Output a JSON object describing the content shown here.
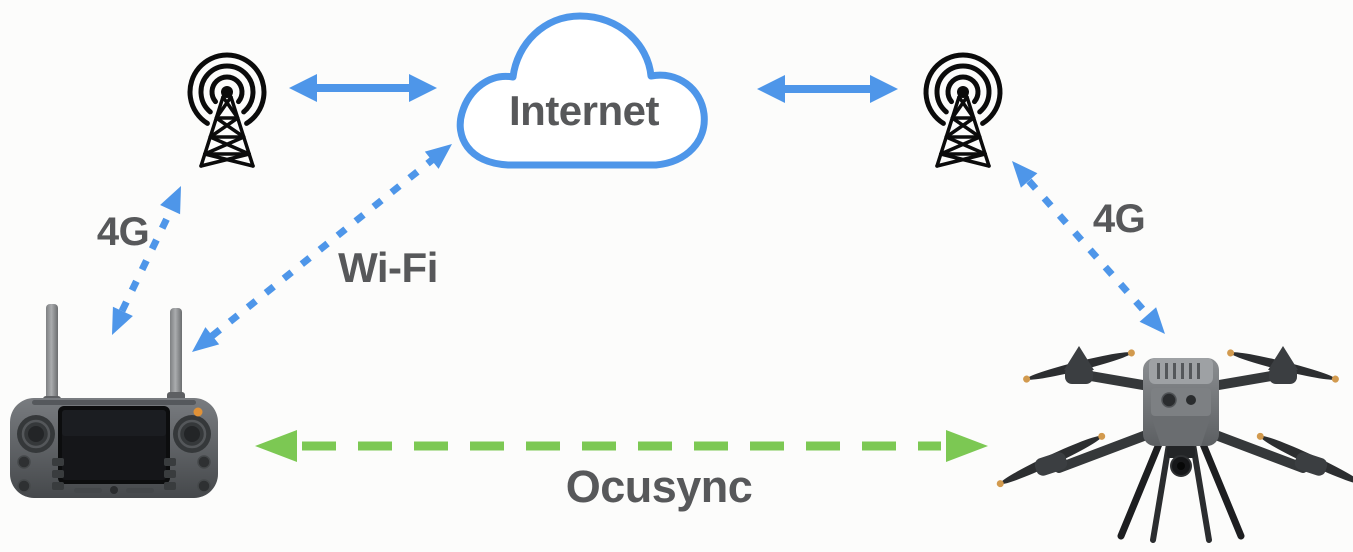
{
  "diagram": {
    "type": "network-architecture-diagram",
    "background": "#fcfcfb",
    "colors": {
      "blue": "#4e96e9",
      "green": "#7cc853",
      "label_gray": "#57585a",
      "icon_black": "#0b0b0b"
    },
    "nodes": {
      "internet_cloud": {
        "label": "Internet",
        "icon": "cloud-icon"
      },
      "left_tower": {
        "icon": "radio-tower-icon"
      },
      "right_tower": {
        "icon": "radio-tower-icon"
      },
      "controller": {
        "icon": "remote-controller-image"
      },
      "drone": {
        "icon": "quadcopter-drone-image"
      }
    },
    "links": {
      "left_tower_internet": {
        "label": "",
        "style": "solid-double-arrow",
        "color": "blue"
      },
      "internet_right_tower": {
        "label": "",
        "style": "solid-double-arrow",
        "color": "blue"
      },
      "controller_left_tower": {
        "label": "4G",
        "style": "dotted-double-arrow",
        "color": "blue"
      },
      "controller_internet": {
        "label": "Wi-Fi",
        "style": "dotted-double-arrow",
        "color": "blue"
      },
      "right_tower_drone": {
        "label": "4G",
        "style": "dotted-double-arrow",
        "color": "blue"
      },
      "controller_drone": {
        "label": "Ocusync",
        "style": "dashed-double-arrow",
        "color": "green"
      }
    }
  }
}
